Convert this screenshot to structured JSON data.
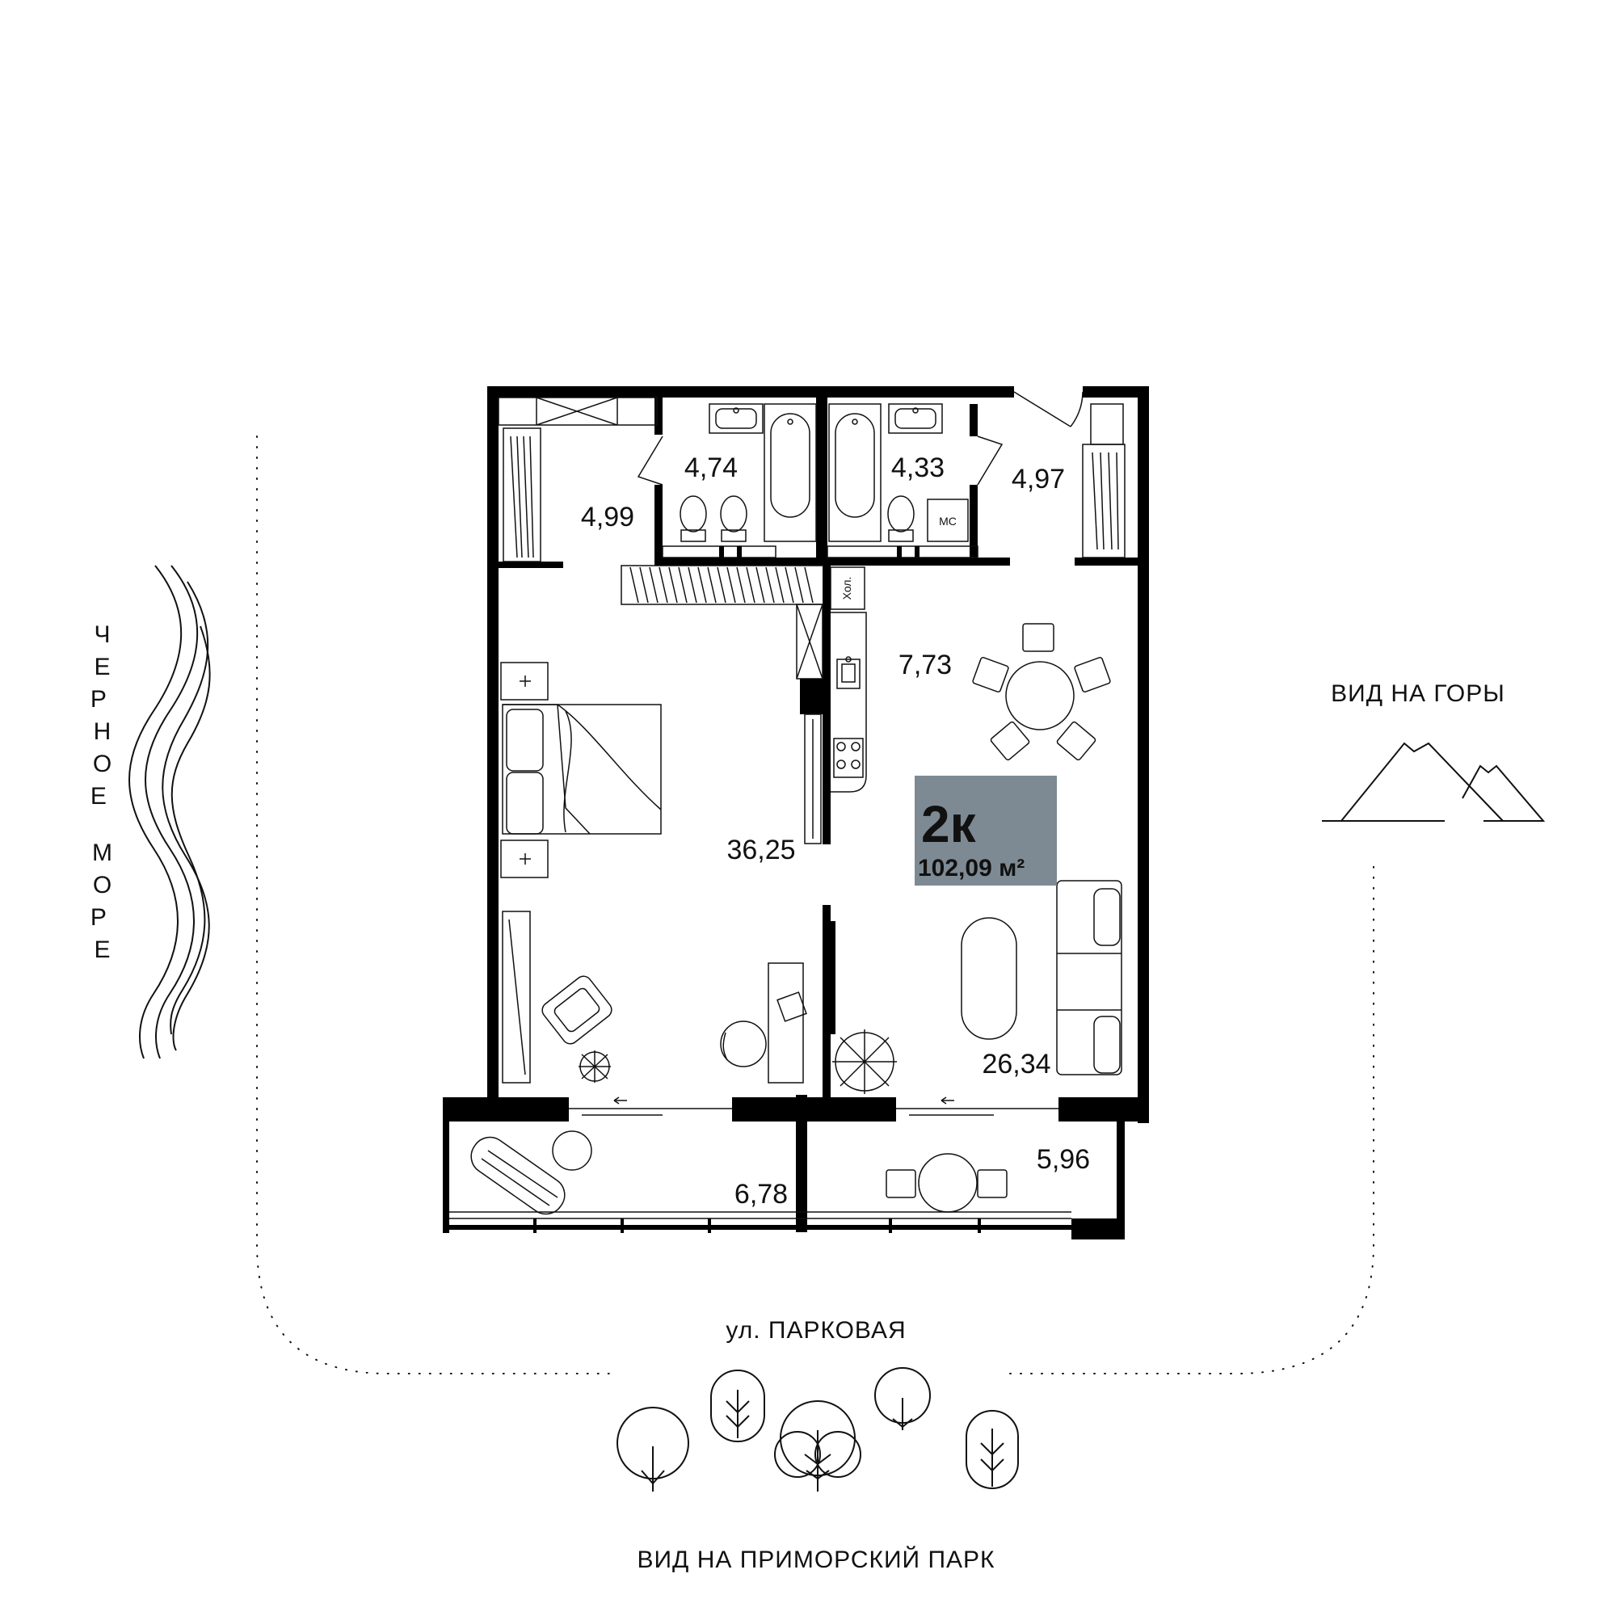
{
  "apartment": {
    "type_label": "2к",
    "total_area": "102,09 м²",
    "badge_color": "#7d8a94"
  },
  "rooms": {
    "wardrobe": "4,99",
    "bath_1": "4,74",
    "bath_2": "4,33",
    "hall": "4,97",
    "kitchen": "7,73",
    "bedroom": "36,25",
    "living": "26,34",
    "balcony_1": "6,78",
    "balcony_2": "5,96"
  },
  "fixtures": {
    "fridge": "Хол.",
    "washer": "МС"
  },
  "surroundings": {
    "sea": "ЧЕРНОЕ МОРЕ",
    "mountains": "ВИД НА ГОРЫ",
    "street": "ул. ПАРКОВАЯ",
    "park": "ВИД НА ПРИМОРСКИЙ ПАРК"
  }
}
